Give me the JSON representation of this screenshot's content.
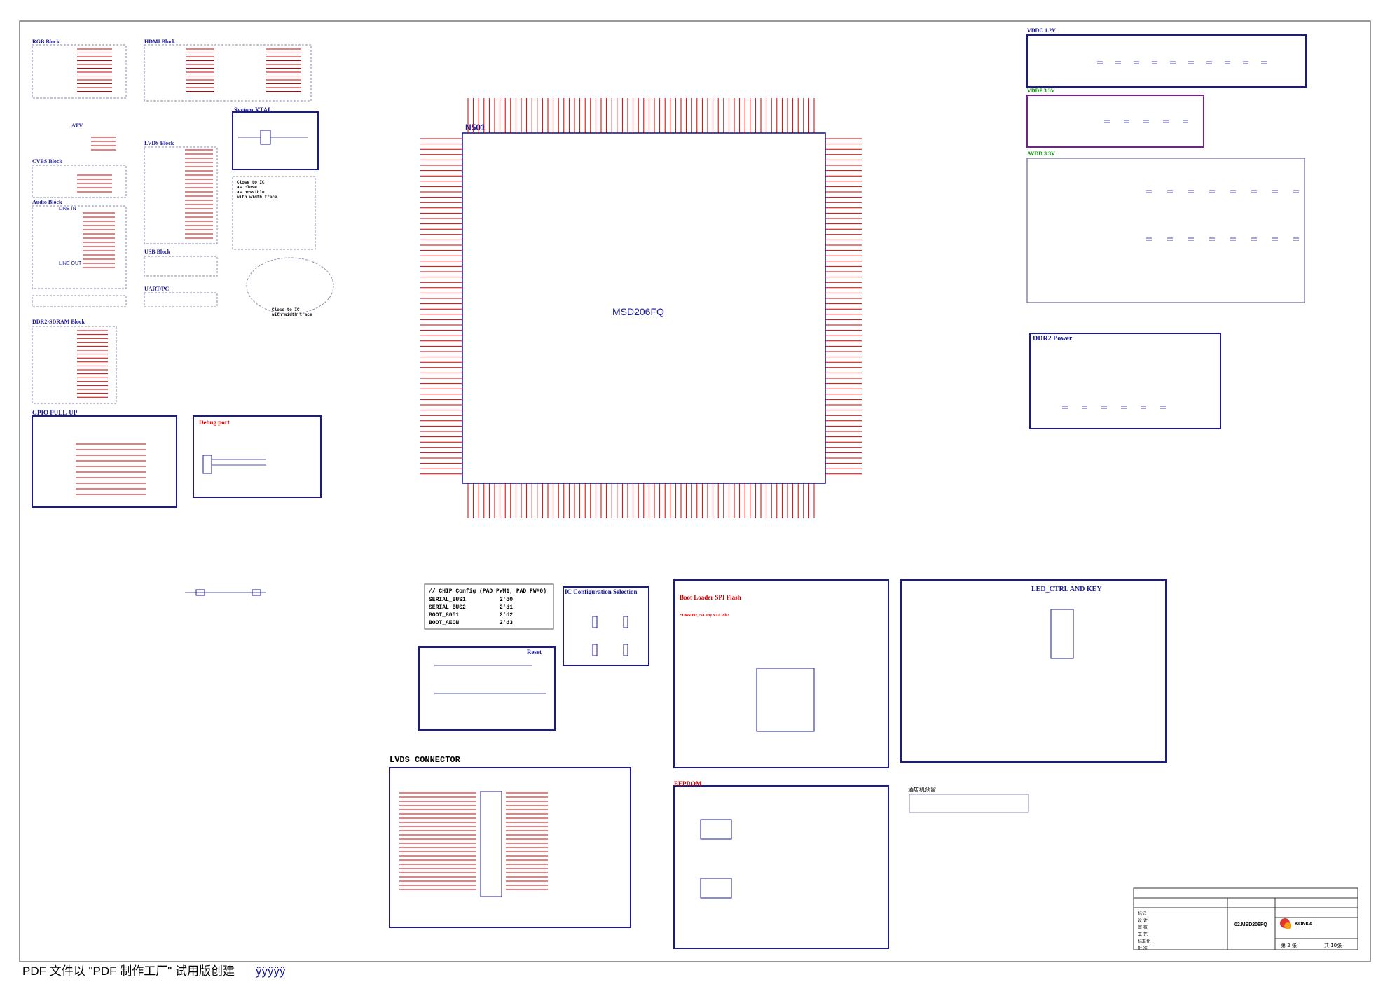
{
  "sections": {
    "rgb": "RGB Block",
    "hdmi": "HDMI Block",
    "atv": "ATV",
    "cvbs": "CVBS Block",
    "audio": "Audio Block",
    "lvds": "LVDS Block",
    "usb": "USB Block",
    "uart": "UART/PC",
    "ddr2": "DDR2-SDRAM Block",
    "gpio": "GPIO PULL-UP",
    "debug": "Debug port",
    "xtal": "System XTAL",
    "vddc": "VDDC 1.2V",
    "vddp": "VDDP 3.3V",
    "avdd": "AVDD 3.3V",
    "ddr2_power": "DDR2 Power",
    "ic_config": "IC Configuration Selection",
    "spi_flash": "Boot Loader SPI Flash",
    "spi_note": "*108MHz, No any VIA lols!",
    "led_key": "LED_CTRL AND KEY",
    "reset": "Reset",
    "lvds_connector": "LVDS CONNECTOR",
    "eeprom": "EEPROM",
    "line_in": "LINE IN",
    "line_out": "LINE OUT"
  },
  "chip": {
    "ref": "N501",
    "part": "MSD206FQ"
  },
  "config_block": {
    "lines": [
      "// CHIP Config (PAD_PWM1, PAD_PWM0)",
      "SERIAL_BUS1          2'd0",
      "SERIAL_BUS2          2'd1",
      "BOOT_8051            2'd2",
      "BOOT_AEON            2'd3"
    ]
  },
  "notes": {
    "close_ic": [
      "Close to IC",
      "as close",
      "as possible",
      "with width trace"
    ],
    "close_ic2": [
      "Close to IC",
      "with width trace"
    ],
    "hotel": "酒店机预留"
  },
  "title_block": {
    "company": "KONKA",
    "drawing": "02.MSD206FQ",
    "sheet": "第 2 张",
    "total": "共 10张",
    "rows": [
      "标记",
      "设 计",
      "审 核",
      "工 艺",
      "标准化",
      "批 准"
    ]
  },
  "footer": {
    "text": "PDF 文件以 \"PDF 制作工厂\" 试用版创建",
    "link": "ÿÿÿÿÿ"
  },
  "colors": {
    "outline": "#1a1a99",
    "net": "#cc0000",
    "green": "#009900"
  }
}
